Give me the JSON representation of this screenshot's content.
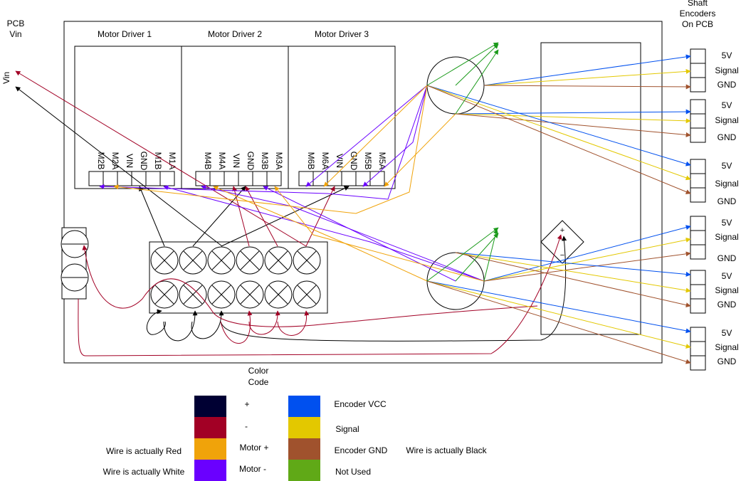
{
  "pcb_vin": {
    "line1": "PCB",
    "line2": "Vin"
  },
  "vin_label": "Vin",
  "drivers": [
    {
      "title": "Motor Driver 1",
      "pins": [
        "M2B",
        "M2A",
        "VIN",
        "GND",
        "M1B",
        "M1A"
      ]
    },
    {
      "title": "Motor Driver 2",
      "pins": [
        "M4B",
        "M4A",
        "VIN",
        "GND",
        "M3B",
        "M3A"
      ]
    },
    {
      "title": "Motor Driver 3",
      "pins": [
        "M6B",
        "M6A",
        "VIN",
        "GND",
        "M5B",
        "M5A"
      ]
    }
  ],
  "encoders": {
    "title_lines": [
      "Shaft",
      "Encoders",
      "On PCB"
    ],
    "labels": [
      [
        "5V",
        "Signal",
        "GND"
      ],
      [
        "5V",
        "Signal",
        "GND"
      ],
      [
        "5V",
        "Signal",
        "GND"
      ],
      [
        "5V",
        "Signal",
        "GND"
      ],
      [
        "5V",
        "Signal",
        "GND"
      ],
      [
        "5V",
        "Signal",
        "GND"
      ]
    ]
  },
  "regulator": {
    "plus": "+",
    "minus": "−"
  },
  "legend": {
    "title_lines": [
      "Color",
      "Code"
    ],
    "left_items": [
      {
        "color": "#000033",
        "label": "+"
      },
      {
        "color": "#a20025",
        "label": "-"
      },
      {
        "color": "#f0a30a",
        "label": "Motor +",
        "note": "Wire is actually Red"
      },
      {
        "color": "#6a00ff",
        "label": "Motor -",
        "note": "Wire is actually White"
      }
    ],
    "right_items": [
      {
        "color": "#0050ef",
        "label": "Encoder VCC"
      },
      {
        "color": "#e3c800",
        "label": "Signal"
      },
      {
        "color": "#a0522d",
        "label": "Encoder GND",
        "note": "Wire is actually Black"
      },
      {
        "color": "#60a917",
        "label": "Not Used"
      }
    ]
  },
  "colors": {
    "black": "#000000",
    "red": "#a20025",
    "orange": "#f0a30a",
    "purple": "#6a00ff",
    "blue": "#0050ef",
    "yellow": "#e3c800",
    "brown": "#a0522d",
    "green": "#1a9a1a"
  }
}
